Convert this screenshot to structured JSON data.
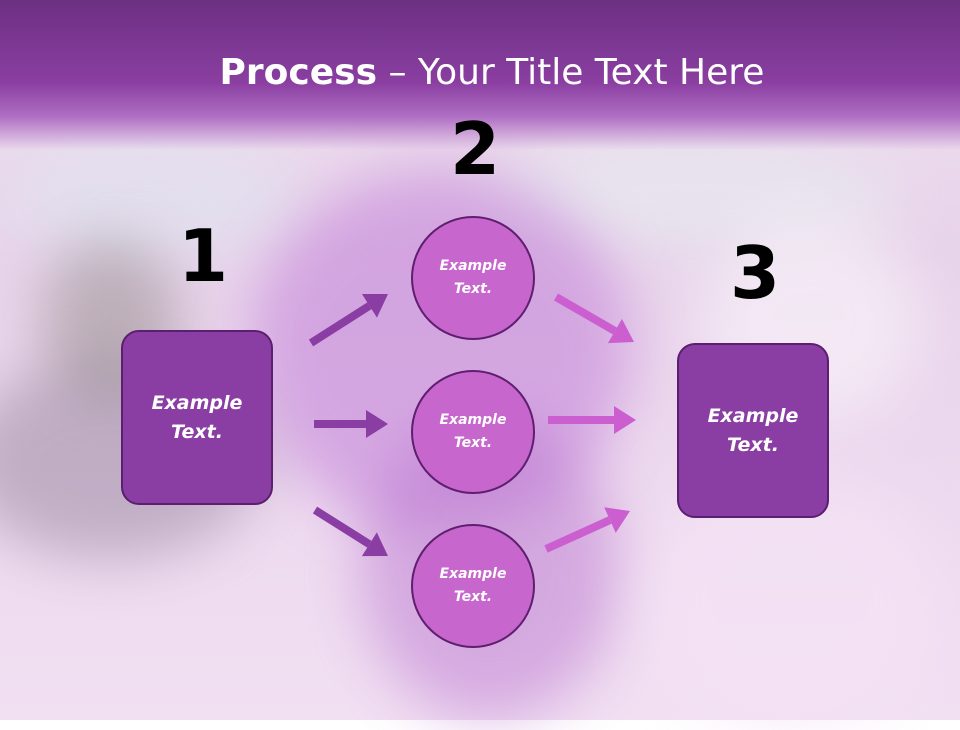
{
  "title": {
    "bold": "Process",
    "rest": " – Your Title Text Here"
  },
  "steps": [
    {
      "number": "1",
      "text_line1": "Example",
      "text_line2": "Text."
    },
    {
      "number": "2"
    },
    {
      "number": "3",
      "text_line1": "Example",
      "text_line2": "Text."
    }
  ],
  "circles": [
    {
      "text_line1": "Example",
      "text_line2": "Text."
    },
    {
      "text_line1": "Example",
      "text_line2": "Text."
    },
    {
      "text_line1": "Example",
      "text_line2": "Text."
    }
  ],
  "colors": {
    "title_bar": "#7a3593",
    "box_fill": "#8a3ea3",
    "circle_fill": "#c766cd",
    "arrow_left": "#8a3ea3",
    "arrow_right": "#cc5fd0"
  }
}
